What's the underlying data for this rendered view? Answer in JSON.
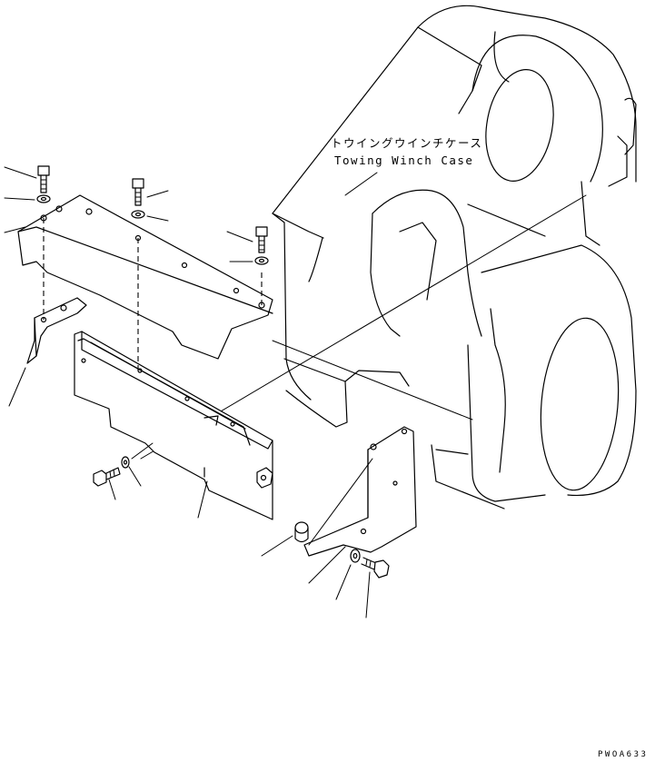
{
  "labels": {
    "case_jp": "トウイングウインチケース",
    "case_en": "Towing Winch Case",
    "drawing_code": "PWOA633"
  }
}
